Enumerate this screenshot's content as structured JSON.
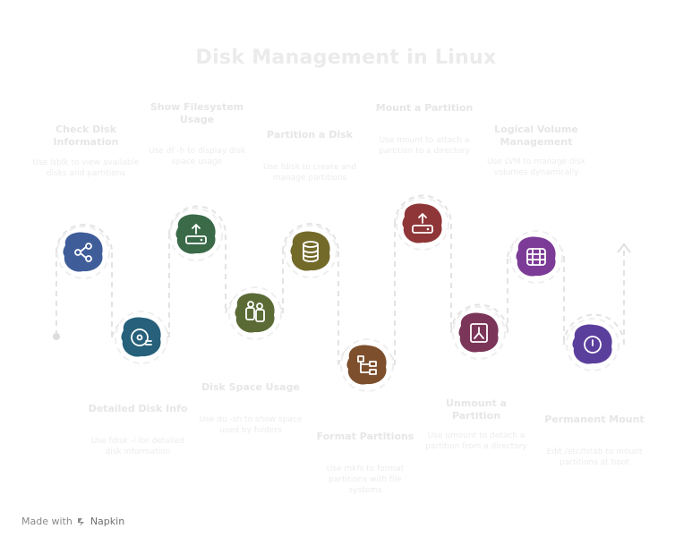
{
  "title": "Disk Management in Linux",
  "steps": [
    {
      "title": "Check Disk Information",
      "desc": "Use lsblk to view available disks and partitions",
      "icon": "share-nodes-icon",
      "color": "#3f5d99"
    },
    {
      "title": "Detailed Disk Info",
      "desc": "Use fdisk -l for detailed disk information",
      "icon": "disk-drive-icon",
      "color": "#26607a"
    },
    {
      "title": "Show Filesystem Usage",
      "desc": "Use df -h to display disk space usage",
      "icon": "disk-upload-icon",
      "color": "#3a6a48"
    },
    {
      "title": "Disk Space Usage",
      "desc": "Use du -sh to show space used by folders",
      "icon": "folders-icon",
      "color": "#5b6b36"
    },
    {
      "title": "Partition a Disk",
      "desc": "Use fdisk to create and manage partitions",
      "icon": "database-icon",
      "color": "#736a2a"
    },
    {
      "title": "Format Partitions",
      "desc": "Use mkfs to format partitions with file systems",
      "icon": "hierarchy-icon",
      "color": "#7d4f2c"
    },
    {
      "title": "Mount a Partition",
      "desc": "Use mount to attach a partition to a directory",
      "icon": "mount-drive-icon",
      "color": "#8f3638"
    },
    {
      "title": "Unmount a Partition",
      "desc": "Use umount to detach a partition from a directory",
      "icon": "image-frame-icon",
      "color": "#7b3558"
    },
    {
      "title": "Logical Volume Management",
      "desc": "Use LVM to manage disk volumes dynamically",
      "icon": "server-rack-icon",
      "color": "#7c3b96"
    },
    {
      "title": "Permanent Mount",
      "desc": "Edit /etc/fstab to mount partitions at boot",
      "icon": "power-icon",
      "color": "#5b3f9c"
    }
  ],
  "footer": {
    "made_with": "Made with",
    "brand": "Napkin"
  }
}
